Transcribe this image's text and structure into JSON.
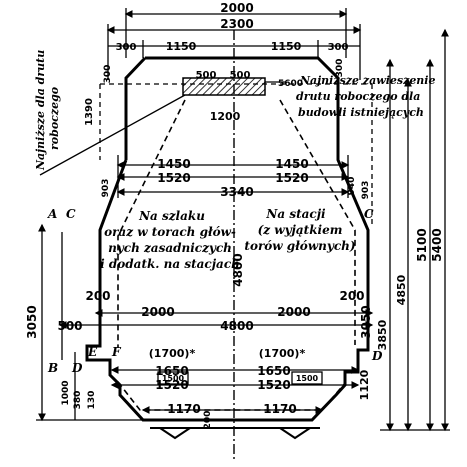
{
  "dims": {
    "top_2000": "2000",
    "top_2300": "2300",
    "top_300_left": "300",
    "top_1150_left": "1150",
    "top_1150_right": "1150",
    "top_300_right": "300",
    "left_300": "300",
    "right_300": "300",
    "zone_500_left": "500",
    "zone_500_right": "500",
    "zone_5600": "5600",
    "zone_1200": "1200",
    "left_1390": "1390",
    "mid_1450_left": "1450",
    "mid_1450_right": "1450",
    "mid_1520_left": "1520",
    "mid_1520_right": "1520",
    "mid_3340": "3340",
    "left_903": "903",
    "right_940": "940",
    "right_903": "903",
    "center_4800": "4800",
    "right_5100": "5100",
    "right_5400": "5400",
    "right_4850": "4850",
    "right_3850": "3850",
    "low_200_left": "200",
    "low_200_right": "200",
    "low_2000_left": "2000",
    "low_2000_right": "2000",
    "low_4800": "4800",
    "left_500": "500",
    "left_3050": "3050",
    "right_3050": "3050",
    "right_1120": "1120",
    "paren_1700_left": "(1700)*",
    "paren_1700_right": "(1700)*",
    "bot_1650_left": "1650",
    "bot_1650_right": "1650",
    "bot_1520_left": "1520",
    "bot_1520_right": "1520",
    "box_1500_left": "1500",
    "box_1500_right": "1500",
    "bot_1170_left": "1170",
    "bot_1170_right": "1170",
    "low_left_1000": "1000",
    "low_left_380": "380",
    "low_left_130": "130",
    "bot_200": "200"
  },
  "labels": {
    "A": "A",
    "B": "B",
    "C_left": "C",
    "C_right": "C",
    "D_left": "D",
    "D_right": "D",
    "E": "E",
    "F": "F"
  },
  "texts": {
    "wire_min_line1": "Najniższe zawieszenie",
    "wire_min_line2": "drutu roboczego dla",
    "wire_min_line3": "budowli istniejących",
    "wire_left_line1": "Najniższe dla drutu",
    "wire_left_line2": "roboczego",
    "left_zone_line1": "Na szlaku",
    "left_zone_line2": "oraz w torach głów-",
    "left_zone_line3": "nych zasadniczych",
    "left_zone_line4": "i dodatk. na stacjach",
    "right_zone_line1": "Na stacji",
    "right_zone_line2": "(z wyjątkiem",
    "right_zone_line3": "torów głównych)"
  }
}
